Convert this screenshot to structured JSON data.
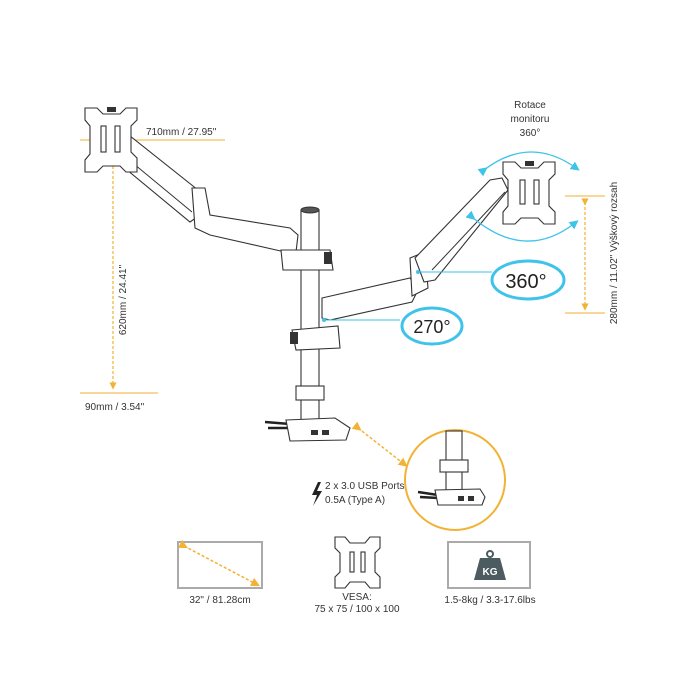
{
  "colors": {
    "accent_orange": "#f2b233",
    "accent_cyan": "#3fc3ea",
    "line": "#333333",
    "kg_icon": "#4b5b5f"
  },
  "dimensions": {
    "arm_reach": "710mm / 27.95\"",
    "max_height": "620mm / 24.41\"",
    "min_height": "90mm / 3.54\"",
    "height_range": "280mm / 11.02\" Výškový rozsah"
  },
  "rotation": {
    "monitor_rotation_line1": "Rotace",
    "monitor_rotation_line2": "monitoru",
    "monitor_rotation_line3": "360°",
    "arm_swivel": "360°",
    "base_swivel": "270°"
  },
  "usb": {
    "line1": "2 x 3.0 USB Ports",
    "line2": "0.5A (Type A)"
  },
  "specs": {
    "screen_size": "32\" / 81.28cm",
    "vesa_line1": "VESA:",
    "vesa_line2": "75 x 75 / 100 x 100",
    "weight": "1.5-8kg / 3.3-17.6lbs",
    "weight_icon_text": "KG"
  }
}
